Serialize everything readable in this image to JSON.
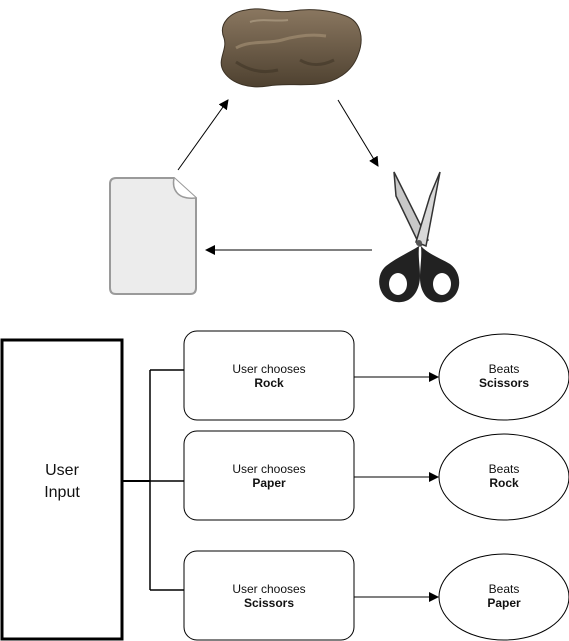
{
  "cycle": {
    "rock_icon": "rock-icon",
    "scissors_icon": "scissors-icon",
    "paper_icon": "paper-icon"
  },
  "user_input": {
    "line1": "User",
    "line2": "Input"
  },
  "choices": [
    {
      "prefix": "User chooses",
      "choice": "Rock",
      "beats_prefix": "Beats",
      "beats": "Scissors"
    },
    {
      "prefix": "User chooses",
      "choice": "Paper",
      "beats_prefix": "Beats",
      "beats": "Rock"
    },
    {
      "prefix": "User chooses",
      "choice": "Scissors",
      "beats_prefix": "Beats",
      "beats": "Paper"
    }
  ],
  "colors": {
    "line": "#000000",
    "rock": "#6b5a45",
    "paper": "#eeeeee",
    "scissors_blade": "#c8c8c8"
  }
}
